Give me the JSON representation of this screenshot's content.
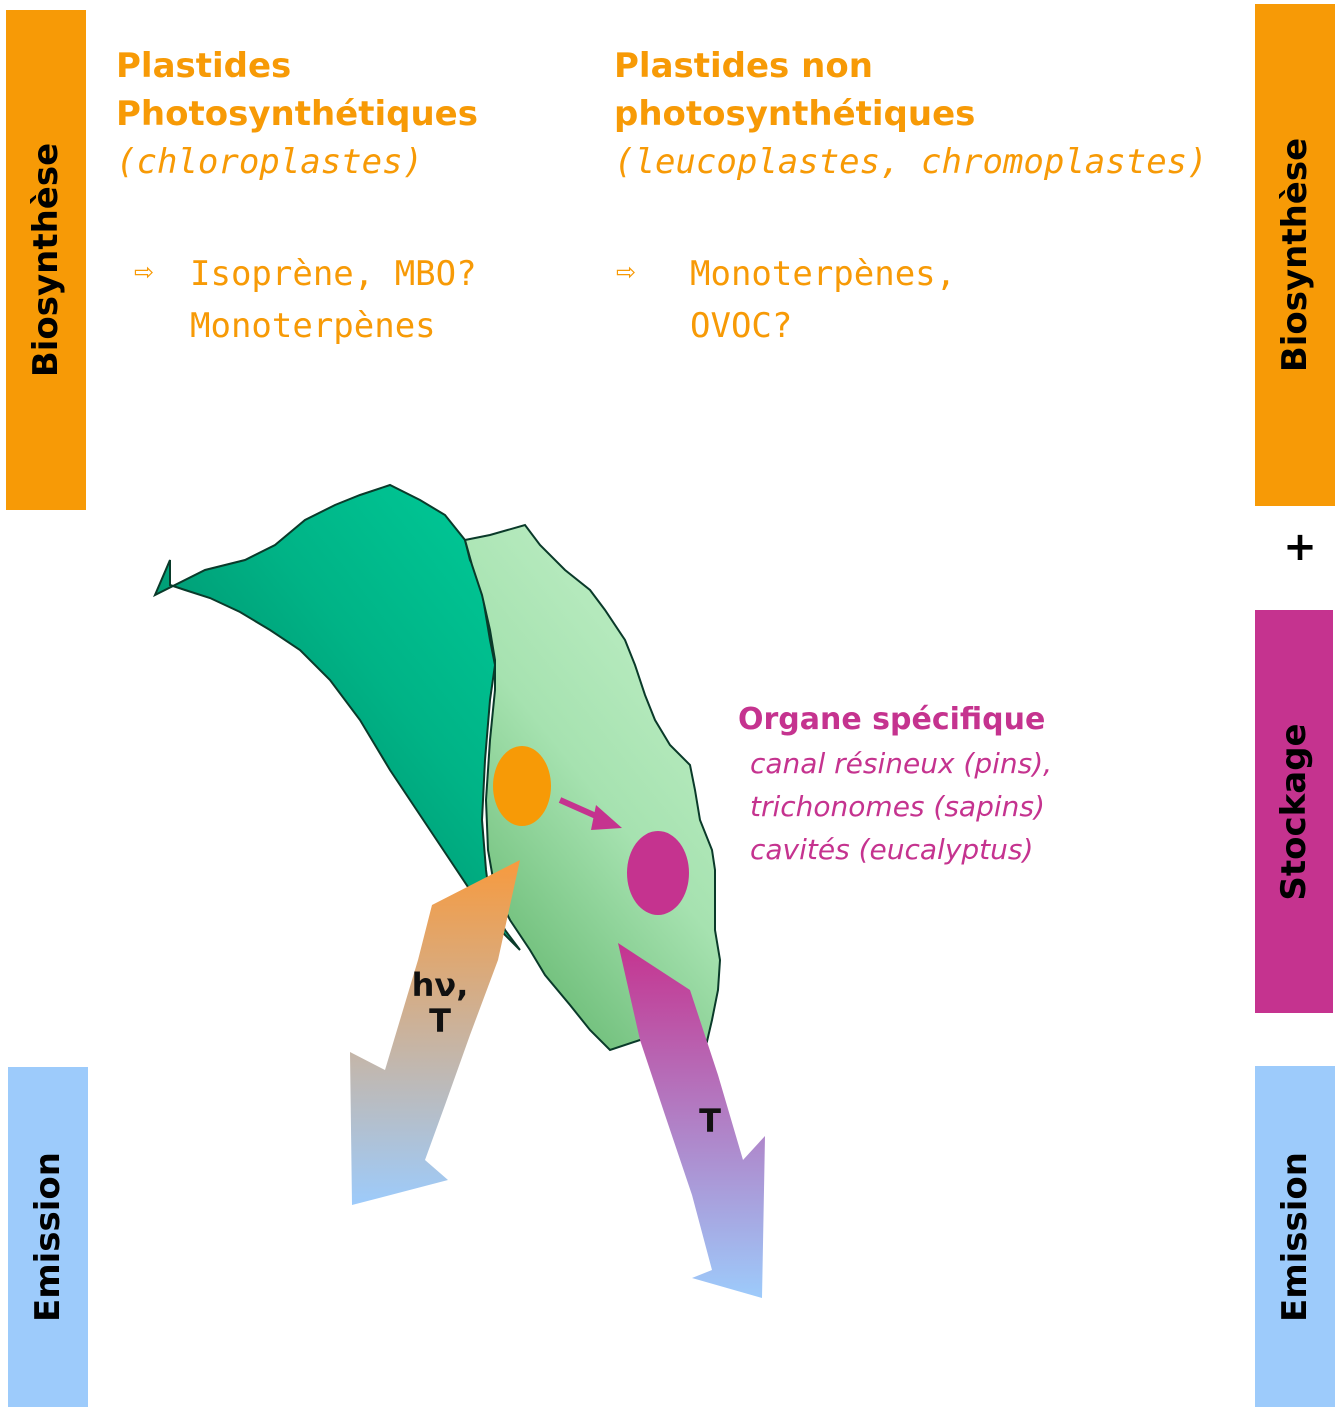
{
  "colors": {
    "orange": "#f79a06",
    "magenta": "#c5338f",
    "light_blue": "#9dcbfb",
    "leaf_dark": "#00b386",
    "leaf_light": "#b3ebbb"
  },
  "left_column": {
    "bar_top": "Biosynthèse",
    "bar_bottom": "Emission"
  },
  "right_column": {
    "bar_top": "Biosynthèse",
    "plus": "+",
    "bar_middle": "Stockage",
    "bar_bottom": "Emission"
  },
  "photosynthetic": {
    "line1": "Plastides",
    "line2": "Photosynthétiques",
    "examples": "(chloroplastes)",
    "arrow": "⇨",
    "products_line1": "Isoprène, MBO?",
    "products_line2": "Monoterpènes"
  },
  "non_photosynthetic": {
    "line1": "Plastides non",
    "line2": "photosynthétiques",
    "examples": "(leucoplastes, chromoplastes)",
    "arrow": "⇨",
    "products_line1": "Monoterpènes,",
    "products_line2": "OVOC?"
  },
  "organ": {
    "title": "Organe spécifique",
    "line1": "canal résineux (pins),",
    "line2": "trichonomes (sapins)",
    "line3": "cavités (eucalyptus)"
  },
  "flows": {
    "left_label_line1": "hν,",
    "left_label_line2": "T",
    "right_label": "T"
  }
}
